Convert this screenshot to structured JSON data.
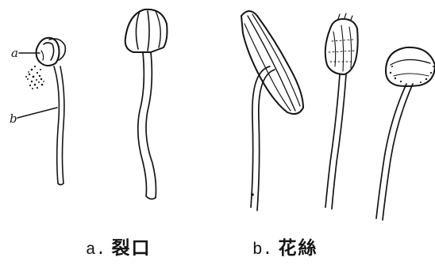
{
  "callouts": {
    "a": "a",
    "b": "b"
  },
  "caption": {
    "items": [
      {
        "key": "a.",
        "text": "裂口"
      },
      {
        "key": "b.",
        "text": "花絲"
      }
    ]
  },
  "colors": {
    "ink": "#151515",
    "paper": "#ffffff"
  }
}
